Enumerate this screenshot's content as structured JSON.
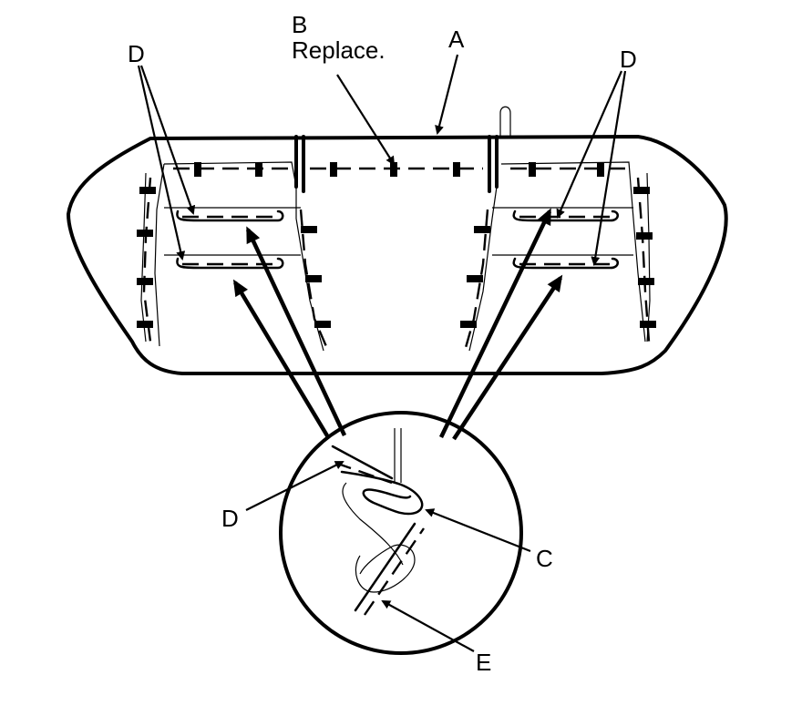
{
  "labels": {
    "a": "A",
    "b": "B",
    "b_note": "Replace.",
    "c": "C",
    "d_left": "D",
    "d_right": "D",
    "d_detail": "D",
    "e": "E"
  }
}
